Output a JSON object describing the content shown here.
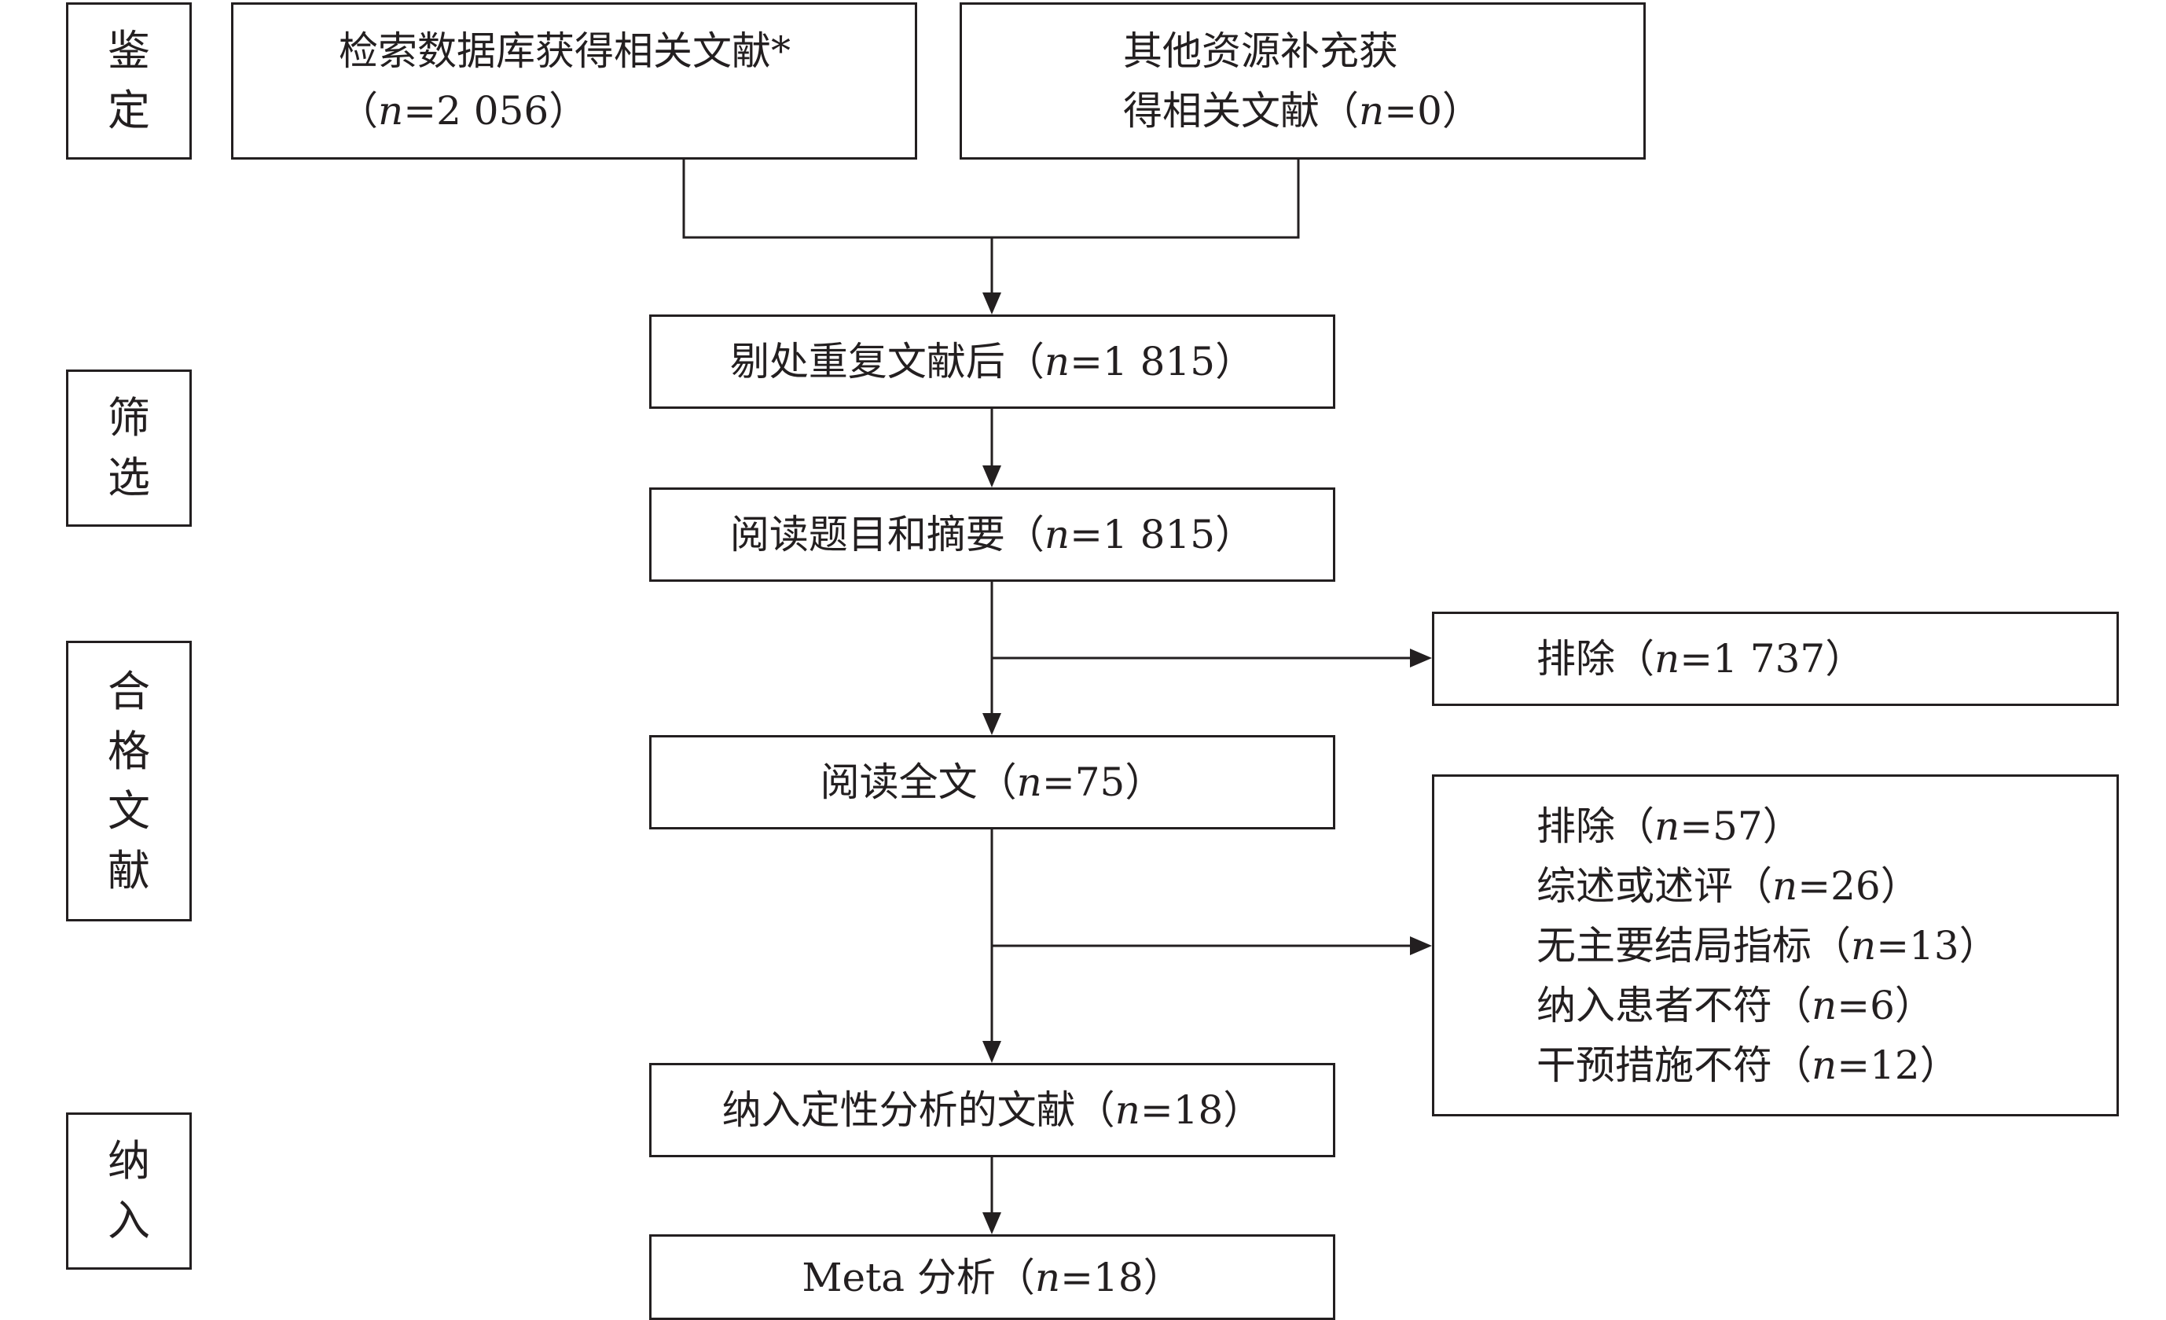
{
  "stages": {
    "identification": [
      "鉴",
      "定"
    ],
    "screening": [
      "筛",
      "选"
    ],
    "eligibility": [
      "合",
      "格",
      "文",
      "献"
    ],
    "included": [
      "纳",
      "入"
    ]
  },
  "nodes": {
    "database_records": {
      "label": "检索数据库获得相关文献*",
      "count_prefix": "（",
      "n_symbol": "n",
      "count_value": "=2 056",
      "count_suffix": "）"
    },
    "other_sources": {
      "label": "其他资源补充获",
      "label2": "得相关文献",
      "count_prefix": "（",
      "n_symbol": "n",
      "count_value": "=0",
      "count_suffix": "）"
    },
    "after_duplicates": {
      "label": "剔处重复文献后",
      "count_prefix": "（",
      "n_symbol": "n",
      "count_value": "=1 815",
      "count_suffix": "）"
    },
    "title_abstract": {
      "label": "阅读题目和摘要",
      "count_prefix": "（",
      "n_symbol": "n",
      "count_value": "=1 815",
      "count_suffix": "）"
    },
    "full_text": {
      "label": "阅读全文",
      "count_prefix": "（",
      "n_symbol": "n",
      "count_value": "=75",
      "count_suffix": "）"
    },
    "qualitative": {
      "label": "纳入定性分析的文献",
      "count_prefix": "（",
      "n_symbol": "n",
      "count_value": "=18",
      "count_suffix": "）"
    },
    "meta_analysis": {
      "label": "Meta 分析",
      "count_prefix": "（",
      "n_symbol": "n",
      "count_value": "=18",
      "count_suffix": "）"
    }
  },
  "exclusions": {
    "first": {
      "label": "排除",
      "count_prefix": "（",
      "n_symbol": "n",
      "count_value": "=1 737",
      "count_suffix": "）"
    },
    "second": {
      "lines": [
        {
          "label": "排除",
          "count_prefix": "（",
          "n_symbol": "n",
          "count_value": "=57",
          "count_suffix": "）"
        },
        {
          "label": "综述或述评",
          "count_prefix": "（",
          "n_symbol": "n",
          "count_value": "=26",
          "count_suffix": "）"
        },
        {
          "label": "无主要结局指标",
          "count_prefix": "（",
          "n_symbol": "n",
          "count_value": "=13",
          "count_suffix": "）"
        },
        {
          "label": "纳入患者不符",
          "count_prefix": "（",
          "n_symbol": "n",
          "count_value": "=6",
          "count_suffix": "）"
        },
        {
          "label": "干预措施不符",
          "count_prefix": "（",
          "n_symbol": "n",
          "count_value": "=12",
          "count_suffix": "）"
        }
      ]
    }
  },
  "colors": {
    "stroke": "#231f20",
    "background": "#ffffff"
  }
}
